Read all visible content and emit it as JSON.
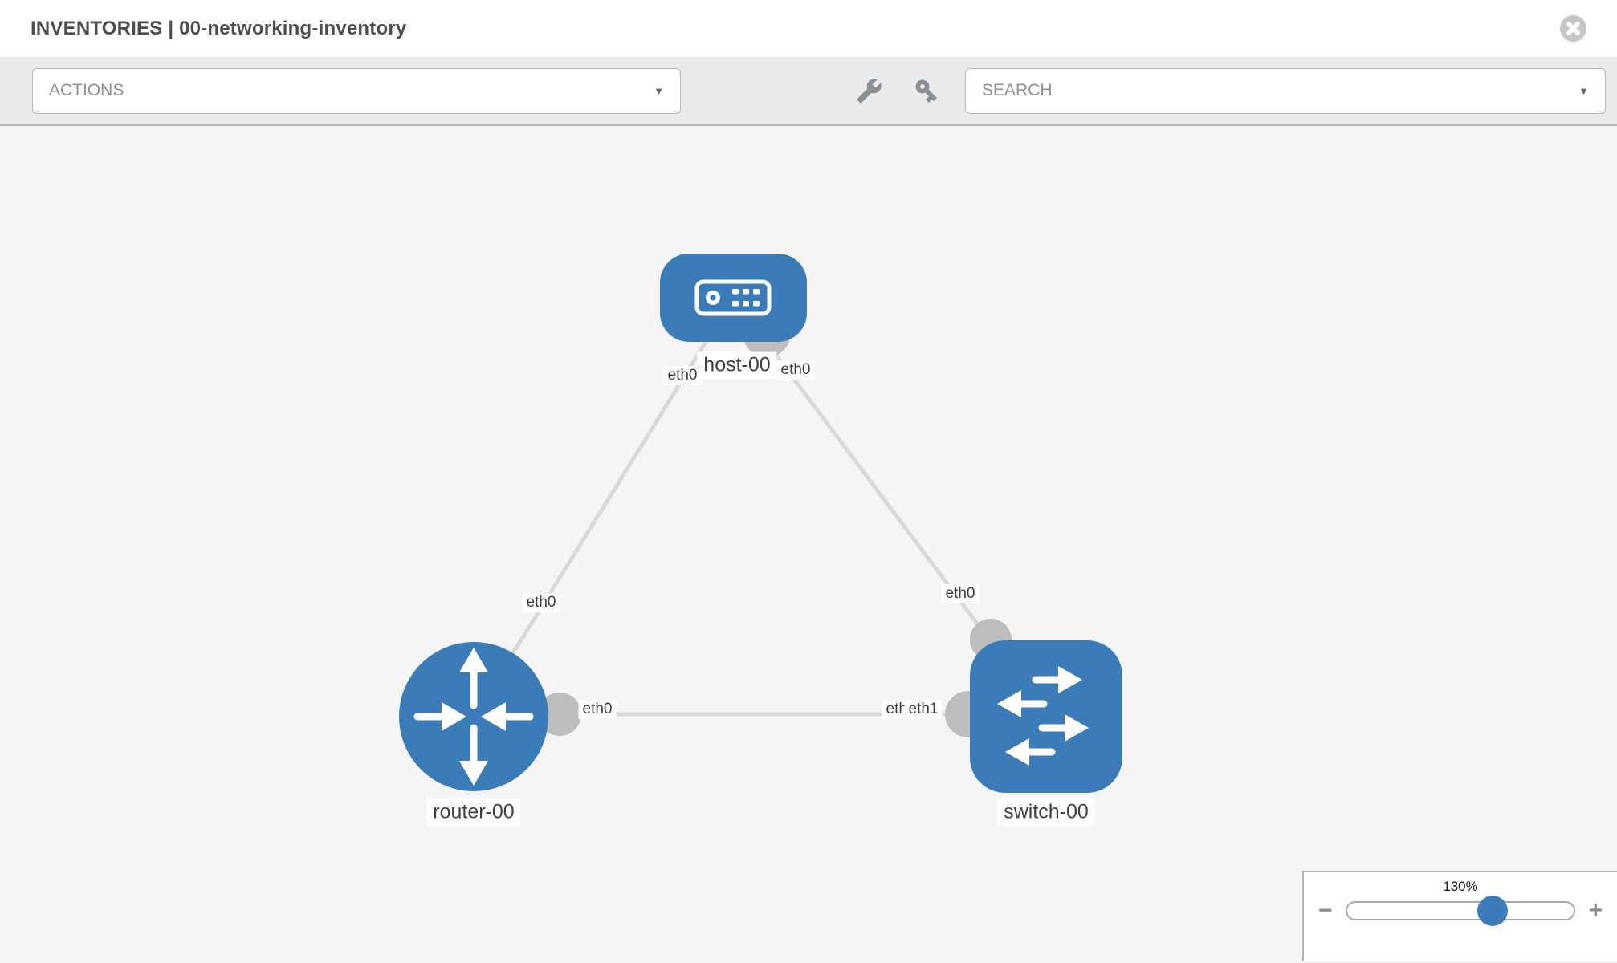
{
  "header": {
    "title": "INVENTORIES | 00-networking-inventory"
  },
  "toolbar": {
    "actions_label": "ACTIONS",
    "search_placeholder": "SEARCH"
  },
  "icons": {
    "dropdown_caret": "▼",
    "close": "x-in-circle",
    "tools": "wrench",
    "credentials": "key",
    "zoom_out": "minus",
    "zoom_in": "plus"
  },
  "topology": {
    "nodes": [
      {
        "label": "host-00",
        "type": "host"
      },
      {
        "label": "router-00",
        "type": "router"
      },
      {
        "label": "switch-00",
        "type": "switch"
      }
    ],
    "links": [
      {
        "source": "host-00",
        "target": "router-00",
        "source_interface": "eth0",
        "target_interface": "eth0"
      },
      {
        "source": "host-00",
        "target": "switch-00",
        "source_interface": "eth0",
        "target_interface": "eth0"
      },
      {
        "source": "router-00",
        "target": "switch-00",
        "source_interface": "eth0",
        "target_interface": "eth1",
        "target_interface_overlap": "eth0"
      }
    ]
  },
  "zoom_control": {
    "level": "130%",
    "percent": 130,
    "zoom_out_label": "−",
    "zoom_in_label": "+"
  },
  "colors": {
    "node_fill": "#3b7cb8",
    "link_stroke": "#d9d9d9",
    "endpoint_fill": "#bdbdbd",
    "canvas_bg": "#f5f5f5",
    "toolbar_bg": "#ebebeb",
    "slider_thumb": "#3b7cb8",
    "close_icon": "#c6c6c6"
  }
}
